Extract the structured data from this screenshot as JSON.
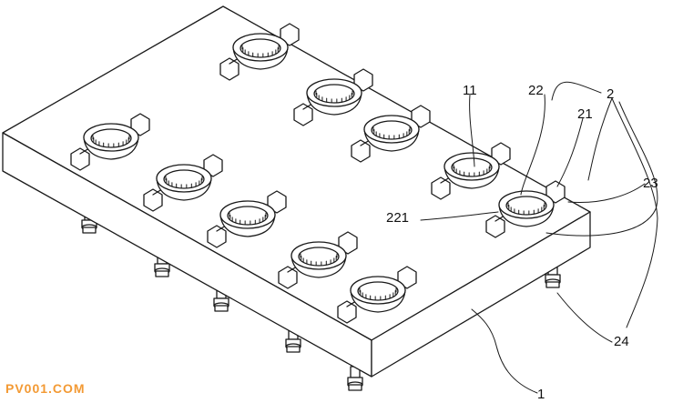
{
  "diagram": {
    "part_labels": [
      {
        "id": "11",
        "text": "11"
      },
      {
        "id": "22",
        "text": "22"
      },
      {
        "id": "2",
        "text": "2"
      },
      {
        "id": "21",
        "text": "21"
      },
      {
        "id": "23",
        "text": "23"
      },
      {
        "id": "221",
        "text": "221"
      },
      {
        "id": "24",
        "text": "24"
      },
      {
        "id": "1",
        "text": "1"
      }
    ],
    "watermark": "PV001.COM",
    "watermark_color": "#f39a34",
    "line_color": "#1a1a1a"
  }
}
